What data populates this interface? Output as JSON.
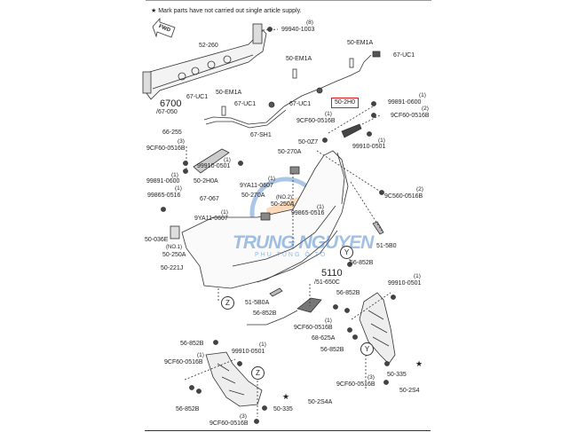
{
  "note": "★ Mark parts have not carried out single article supply.",
  "fwd_label": "FWD",
  "watermark": {
    "brand": "TRUNG NGUYEN",
    "tagline": "PHỤ TÙNG Ô TÔ"
  },
  "callouts": {
    "y": "Y",
    "z": "Z"
  },
  "labels": [
    {
      "text": "99940-1003",
      "qty": "(8)"
    },
    {
      "text": "52-260"
    },
    {
      "text": "50-EM1A"
    },
    {
      "text": "67-UC1"
    },
    {
      "text": "50-EM1A"
    },
    {
      "text": "50-EM1A"
    },
    {
      "text": "6700"
    },
    {
      "text": "/67-050"
    },
    {
      "text": "67-UC1"
    },
    {
      "text": "67-UC1"
    },
    {
      "text": "67-UC1"
    },
    {
      "text": "50-2H0"
    },
    {
      "text": "99891-0600",
      "qty": "(1)"
    },
    {
      "text": "9CF60-0516B",
      "qty": "(2)"
    },
    {
      "text": "9CF60-0516B",
      "qty": "(1)"
    },
    {
      "text": "66-255"
    },
    {
      "text": "67-SH1"
    },
    {
      "text": "9CF60-0516B",
      "qty": "(3)"
    },
    {
      "text": "50-0Z7"
    },
    {
      "text": "99910-0501",
      "qty": "(1)"
    },
    {
      "text": "50-270A"
    },
    {
      "text": "99910-0501",
      "qty": "(1)"
    },
    {
      "text": "99891-0600",
      "qty": "(1)"
    },
    {
      "text": "50-2H0A"
    },
    {
      "text": "9YA11-0607",
      "qty": "(1)"
    },
    {
      "text": "99865-0516",
      "qty": "(1)"
    },
    {
      "text": "67-067"
    },
    {
      "text": "50-270A"
    },
    {
      "text": "(NO.2)"
    },
    {
      "text": "50-250A"
    },
    {
      "text": "9C560-0516B",
      "qty": "(2)"
    },
    {
      "text": "99865-0516",
      "qty": "(1)"
    },
    {
      "text": "9YA11-0607",
      "qty": "(1)"
    },
    {
      "text": "50-036E"
    },
    {
      "text": "(NO.1)"
    },
    {
      "text": "50-250A"
    },
    {
      "text": "51-5B0"
    },
    {
      "text": "50-221J"
    },
    {
      "text": "56-852B"
    },
    {
      "text": "5110"
    },
    {
      "text": "/51-650C"
    },
    {
      "text": "99910-0501",
      "qty": "(1)"
    },
    {
      "text": "51-5B0A"
    },
    {
      "text": "56-852B"
    },
    {
      "text": "56-852B"
    },
    {
      "text": "9CF60-0516B",
      "qty": "(1)"
    },
    {
      "text": "68-625A"
    },
    {
      "text": "56-852B"
    },
    {
      "text": "56-852B"
    },
    {
      "text": "99910-0501",
      "qty": "(1)"
    },
    {
      "text": "9CF60-0516B",
      "qty": "(1)"
    },
    {
      "text": "9CF60-0516B",
      "qty": "(3)"
    },
    {
      "text": "50-335"
    },
    {
      "text": "50-2S4"
    },
    {
      "text": "56-852B"
    },
    {
      "text": "50-335"
    },
    {
      "text": "50-2S4A"
    },
    {
      "text": "9CF60-0516B",
      "qty": "(3)"
    }
  ]
}
